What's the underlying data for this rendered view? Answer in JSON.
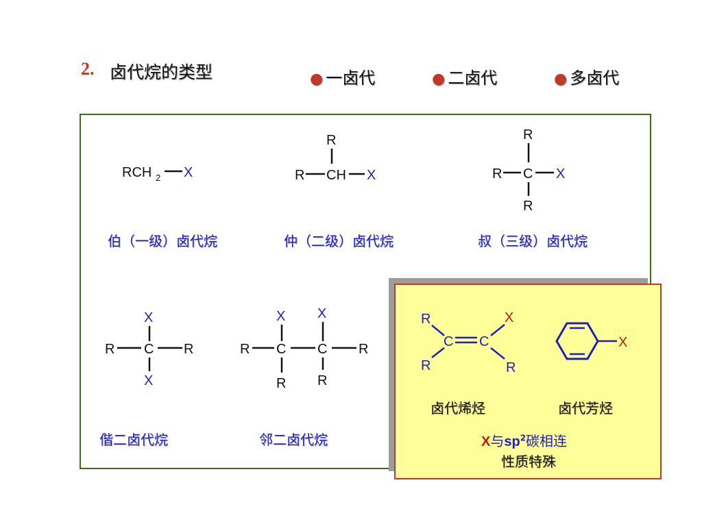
{
  "heading": {
    "number": "2.",
    "title": "卤代烷的类型"
  },
  "bullets": [
    "一卤代",
    "二卤代",
    "多卤代"
  ],
  "structures": {
    "primary": {
      "r": "RCH",
      "sub": "2",
      "x": "X",
      "label": "伯（一级）卤代烷"
    },
    "secondary": {
      "r_top": "R",
      "r_left": "R",
      "center": "CH",
      "x": "X",
      "label": "仲（二级）卤代烷"
    },
    "tertiary": {
      "r_top": "R",
      "r_left": "R",
      "center": "C",
      "x": "X",
      "r_bottom": "R",
      "label": "叔（三级）卤代烷"
    },
    "geminal": {
      "x_top": "X",
      "r_left": "R",
      "center": "C",
      "r_right": "R",
      "x_bottom": "X",
      "label": "偕二卤代烷"
    },
    "vicinal": {
      "x1": "X",
      "x2": "X",
      "r_left": "R",
      "c1": "C",
      "c2": "C",
      "r_right": "R",
      "r_b1": "R",
      "r_b2": "R",
      "label": "邻二卤代烷"
    },
    "vinyl": {
      "r1": "R",
      "r2": "R",
      "c1": "C",
      "c2": "C",
      "x": "X",
      "r3": "R",
      "label": "卤代烯烃"
    },
    "aryl": {
      "x": "X",
      "label": "卤代芳烃"
    }
  },
  "note": {
    "x": "X",
    "mid": "与",
    "sp": "sp",
    "sup": "2",
    "rest": "碳相连",
    "line2": "性质特殊"
  },
  "colors": {
    "blue": "#1f1fb8",
    "red": "#c81414",
    "green_border": "#3a6b1e",
    "yellow": "#ffff99"
  }
}
